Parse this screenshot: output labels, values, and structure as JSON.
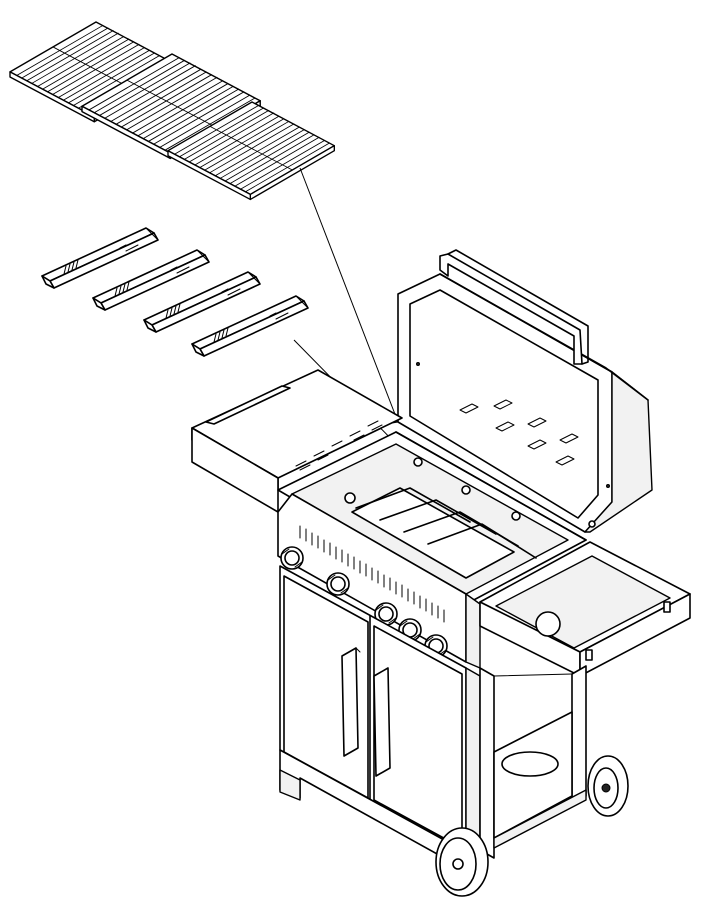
{
  "diagram": {
    "kind": "exploded-assembly-line-drawing",
    "subject": "gas-grill",
    "colors": {
      "line": "#000000",
      "background": "#ffffff",
      "fill": "#ffffff",
      "shade": "#f2f2f2"
    },
    "parts": [
      {
        "name": "cooking-grate",
        "count": 3
      },
      {
        "name": "flame-tamer",
        "count": 4
      },
      {
        "name": "control-knob",
        "count": 5
      },
      {
        "name": "cabinet-door",
        "count": 2
      },
      {
        "name": "door-handle",
        "count": 2
      },
      {
        "name": "wheel",
        "count": 2
      },
      {
        "name": "side-shelf",
        "count": 2
      },
      {
        "name": "lid",
        "count": 1
      },
      {
        "name": "side-burner",
        "count": 1
      }
    ]
  }
}
